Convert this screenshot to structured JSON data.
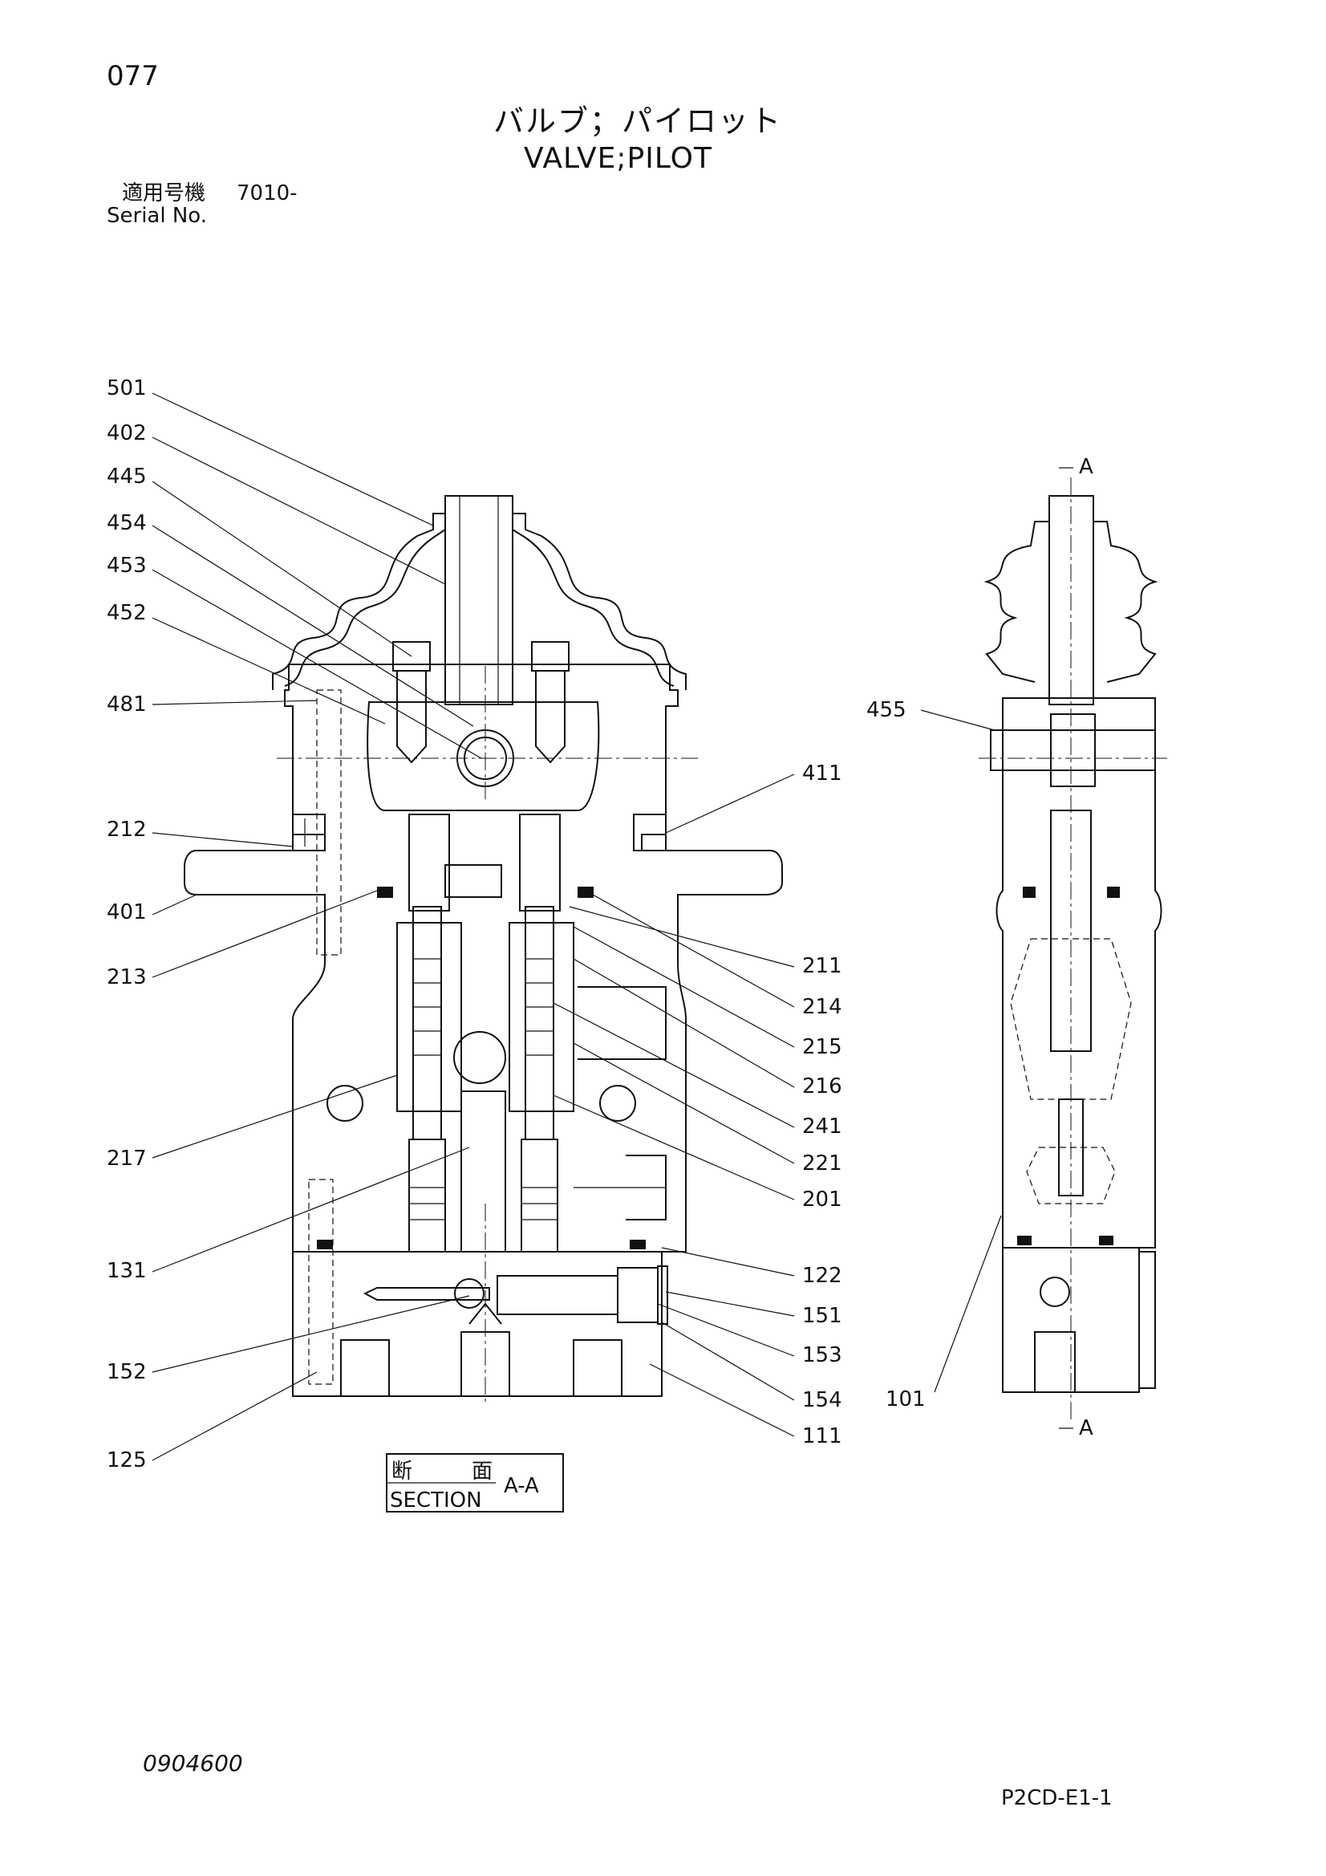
{
  "header": {
    "page_number": "077",
    "title_jp": "バルブ；パイロット",
    "title_en": "VALVE;PILOT",
    "serial_label_jp": "適用号機",
    "serial_value": "7010-",
    "serial_label_en": "Serial No."
  },
  "section_box": {
    "jp_left": "断",
    "jp_right": "面",
    "en": "SECTION",
    "view": "A-A"
  },
  "section_marks": [
    "A",
    "A"
  ],
  "part_labels": {
    "left": [
      "501",
      "402",
      "445",
      "454",
      "453",
      "452",
      "481",
      "212",
      "401",
      "213",
      "217",
      "131",
      "152",
      "125"
    ],
    "right": [
      "411",
      "211",
      "214",
      "215",
      "216",
      "241",
      "221",
      "201",
      "122",
      "151",
      "153",
      "154",
      "111"
    ],
    "side": [
      "455",
      "101"
    ]
  },
  "footer": {
    "doc_code": "0904600",
    "figure_code": "P2CD-E1-1"
  }
}
